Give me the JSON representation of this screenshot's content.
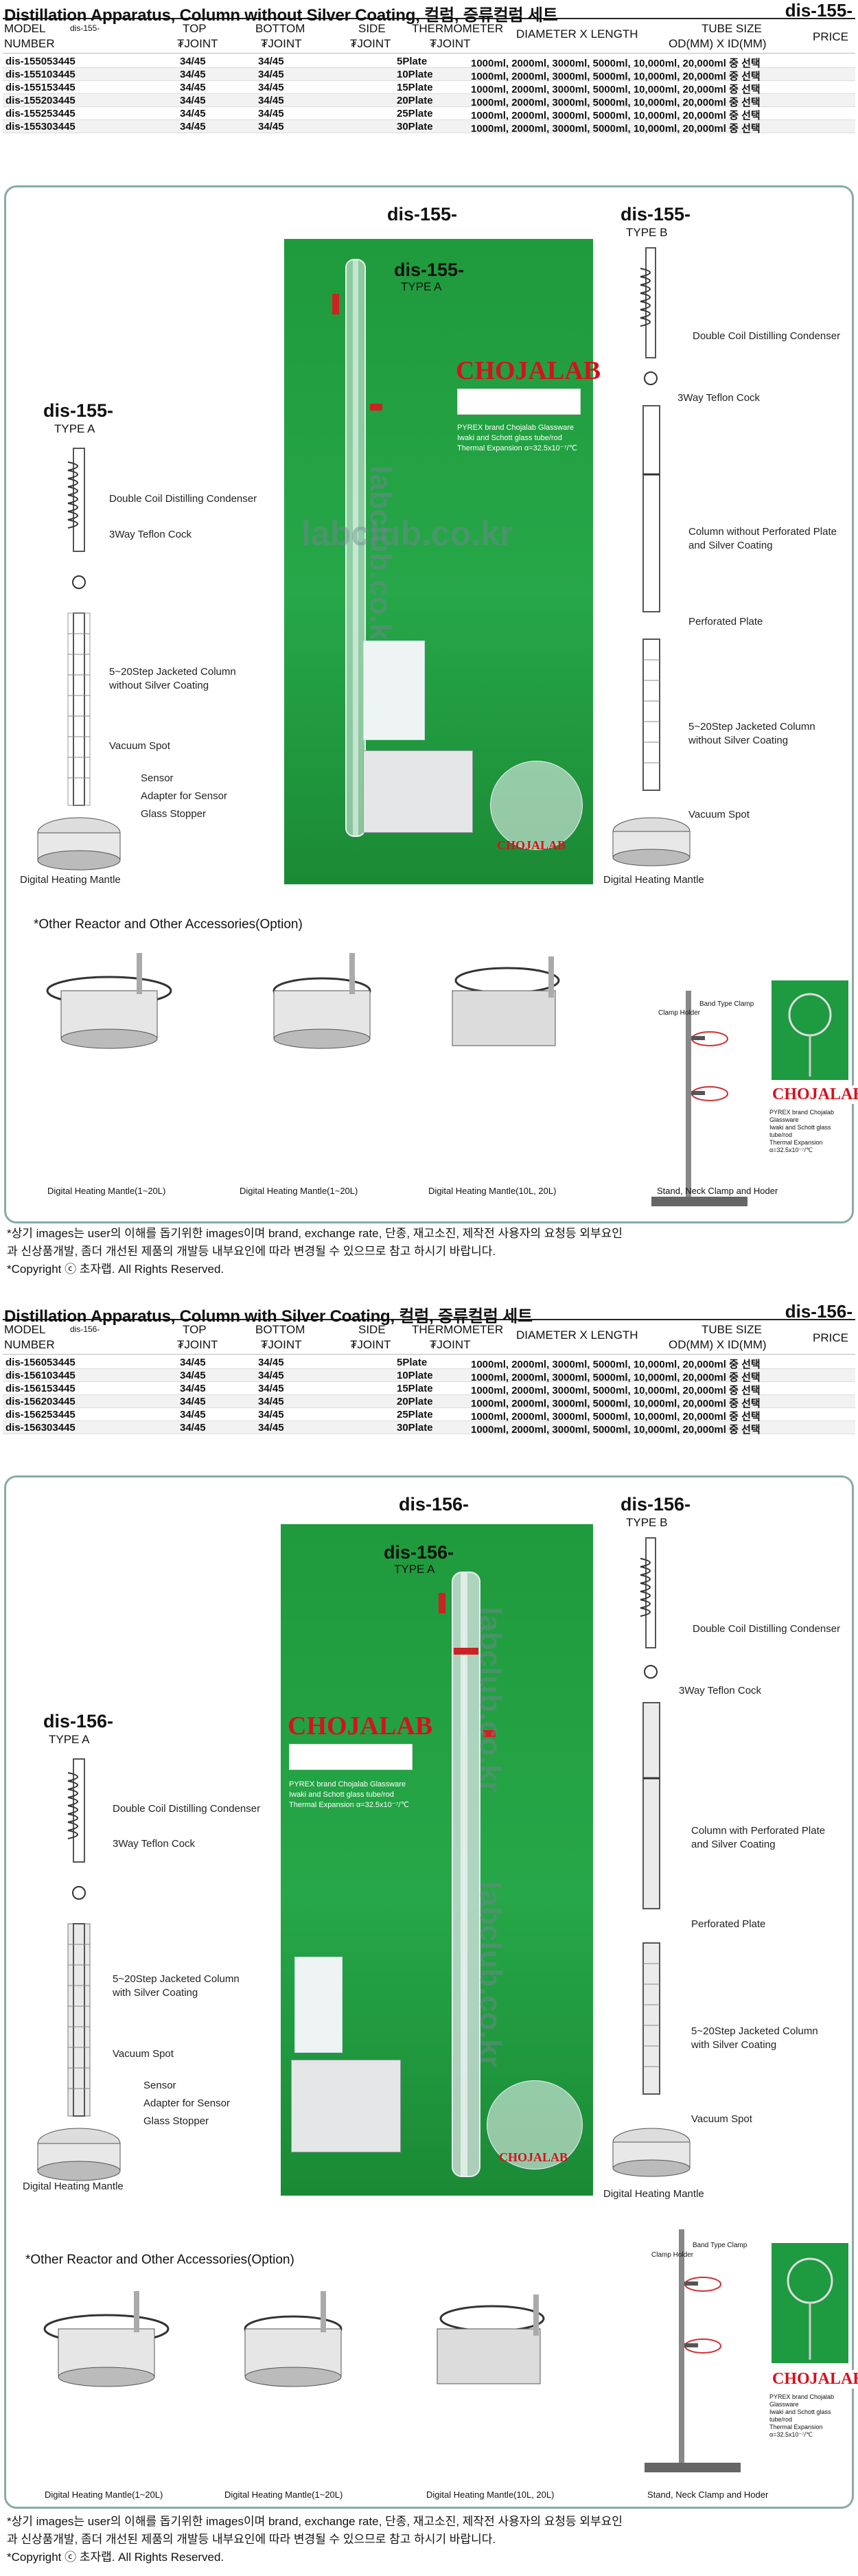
{
  "header_cols": {
    "model": "MODEL",
    "number": "NUMBER",
    "top": "TOP",
    "top_joint": "₮JOINT",
    "bottom": "BOTTOM",
    "bottom_joint": "₮JOINT",
    "side": "SIDE",
    "side_joint": "₮JOINT",
    "thermo": "THERMOMETER",
    "thermo_joint": "₮JOINT",
    "dia": "DIAMETER X LENGTH",
    "tube": "TUBE SIZE",
    "tube_sub": "OD(MM) X ID(MM)",
    "price": "PRICE"
  },
  "s1": {
    "title": "Distillation Apparatus, Column without Silver Coating, 컬럼, 증류컬럼 세트",
    "code": "dis-155-",
    "model_small": "dis-155-",
    "rows": [
      {
        "model": "dis-155053445",
        "top": "34/45",
        "bottom": "34/45",
        "side": "5Plate",
        "desc": "1000ml, 2000ml, 3000ml, 5000ml, 10,000ml, 20,000ml 중 선택"
      },
      {
        "model": "dis-155103445",
        "top": "34/45",
        "bottom": "34/45",
        "side": "10Plate",
        "desc": "1000ml, 2000ml, 3000ml, 5000ml, 10,000ml, 20,000ml 중 선택"
      },
      {
        "model": "dis-155153445",
        "top": "34/45",
        "bottom": "34/45",
        "side": "15Plate",
        "desc": "1000ml, 2000ml, 3000ml, 5000ml, 10,000ml, 20,000ml 중 선택"
      },
      {
        "model": "dis-155203445",
        "top": "34/45",
        "bottom": "34/45",
        "side": "20Plate",
        "desc": "1000ml, 2000ml, 3000ml, 5000ml, 10,000ml, 20,000ml 중 선택"
      },
      {
        "model": "dis-155253445",
        "top": "34/45",
        "bottom": "34/45",
        "side": "25Plate",
        "desc": "1000ml, 2000ml, 3000ml, 5000ml, 10,000ml, 20,000ml 중 선택"
      },
      {
        "model": "dis-155303445",
        "top": "34/45",
        "bottom": "34/45",
        "side": "30Plate",
        "desc": "1000ml, 2000ml, 3000ml, 5000ml, 10,000ml, 20,000ml 중 선택"
      }
    ],
    "top_label": "dis-155-",
    "left_label": "dis-155-",
    "left_type": "TYPE A",
    "photo_label": "dis-155-",
    "photo_type": "TYPE A",
    "right_label": "dis-155-",
    "right_type": "TYPE B",
    "left_parts": [
      "Double Coil Distilling Condenser",
      "3Way Teflon Cock",
      "5~20Step Jacketed Column",
      "without Silver Coating",
      "Vacuum Spot",
      "Sensor",
      "Adapter for Sensor",
      "Glass Stopper",
      "Digital Heating Mantle"
    ],
    "right_parts": [
      "Double Coil Distilling Condenser",
      "3Way Teflon Cock",
      "Column without Perforated Plate",
      "and Silver Coating",
      "Perforated Plate",
      "5~20Step Jacketed Column",
      "without Silver Coating",
      "Vacuum Spot",
      "Digital Heating Mantle"
    ],
    "other_title": "*Other Reactor and Other Accessories(Option)",
    "captions": [
      "Digital Heating Mantle(1~20L)",
      "Digital Heating Mantle(1~20L)",
      "Digital Heating Mantle(10L, 20L)",
      "Stand, Neck Clamp and Hoder"
    ],
    "watermark": "labclub.co.kr"
  },
  "s2": {
    "title": "Distillation Apparatus, Column with Silver Coating, 컬럼, 증류컬럼 세트",
    "code": "dis-156-",
    "model_small": "dis-156-",
    "rows": [
      {
        "model": "dis-156053445",
        "top": "34/45",
        "bottom": "34/45",
        "side": "5Plate",
        "desc": "1000ml, 2000ml, 3000ml, 5000ml, 10,000ml, 20,000ml 중 선택"
      },
      {
        "model": "dis-156103445",
        "top": "34/45",
        "bottom": "34/45",
        "side": "10Plate",
        "desc": "1000ml, 2000ml, 3000ml, 5000ml, 10,000ml, 20,000ml 중 선택"
      },
      {
        "model": "dis-156153445",
        "top": "34/45",
        "bottom": "34/45",
        "side": "15Plate",
        "desc": "1000ml, 2000ml, 3000ml, 5000ml, 10,000ml, 20,000ml 중 선택"
      },
      {
        "model": "dis-156203445",
        "top": "34/45",
        "bottom": "34/45",
        "side": "20Plate",
        "desc": "1000ml, 2000ml, 3000ml, 5000ml, 10,000ml, 20,000ml 중 선택"
      },
      {
        "model": "dis-156253445",
        "top": "34/45",
        "bottom": "34/45",
        "side": "25Plate",
        "desc": "1000ml, 2000ml, 3000ml, 5000ml, 10,000ml, 20,000ml 중 선택"
      },
      {
        "model": "dis-156303445",
        "top": "34/45",
        "bottom": "34/45",
        "side": "30Plate",
        "desc": "1000ml, 2000ml, 3000ml, 5000ml, 10,000ml, 20,000ml 중 선택"
      }
    ],
    "top_label": "dis-156-",
    "left_label": "dis-156-",
    "left_type": "TYPE A",
    "photo_label": "dis-156-",
    "photo_type": "TYPE A",
    "right_label": "dis-156-",
    "right_type": "TYPE B",
    "left_parts": [
      "Double Coil Distilling Condenser",
      "3Way Teflon Cock",
      "5~20Step Jacketed Column",
      "with Silver Coating",
      "Vacuum Spot",
      "Sensor",
      "Adapter for Sensor",
      "Glass Stopper",
      "Digital Heating Mantle"
    ],
    "right_parts": [
      "Double Coil Distilling Condenser",
      "3Way Teflon Cock",
      "Column with Perforated Plate",
      "and Silver Coating",
      "Perforated Plate",
      "5~20Step Jacketed Column",
      "with Silver Coating",
      "Vacuum Spot",
      "Digital Heating Mantle"
    ],
    "other_title": "*Other Reactor and Other Accessories(Option)",
    "captions": [
      "Digital Heating Mantle(1~20L)",
      "Digital Heating Mantle(1~20L)",
      "Digital Heating Mantle(10L, 20L)",
      "Stand, Neck Clamp and Hoder"
    ],
    "watermark": "labclub.co.kr"
  },
  "brand": {
    "name": "CHOJALAB",
    "line1": "PYREX brand Chojalab Glassware",
    "line2": "Iwaki and Schott glass tube/rod",
    "line3": "Thermal Expansion α=32.5x10⁻⁷/℃"
  },
  "notes": {
    "line1": "*상기 images는 user의 이해를 돕기위한 images이며 brand, exchange rate, 단종, 재고소진, 제작전 사용자의 요청등 외부요인",
    "line2": "과 신상품개발, 좀더 개선된 제품의 개발등 내부요인에 따라 변경될 수 있으므로 참고 하시기 바랍니다.",
    "line3": "*Copyright ⓒ 초자랩.     All Rights Reserved."
  },
  "stand": {
    "clamp_holder": "Clamp Holder",
    "band_clamp": "Band Type Clamp"
  },
  "colors": {
    "photo_green": "#26a748",
    "brand_red": "#d8101c",
    "frame_border": "#88aaaa"
  }
}
